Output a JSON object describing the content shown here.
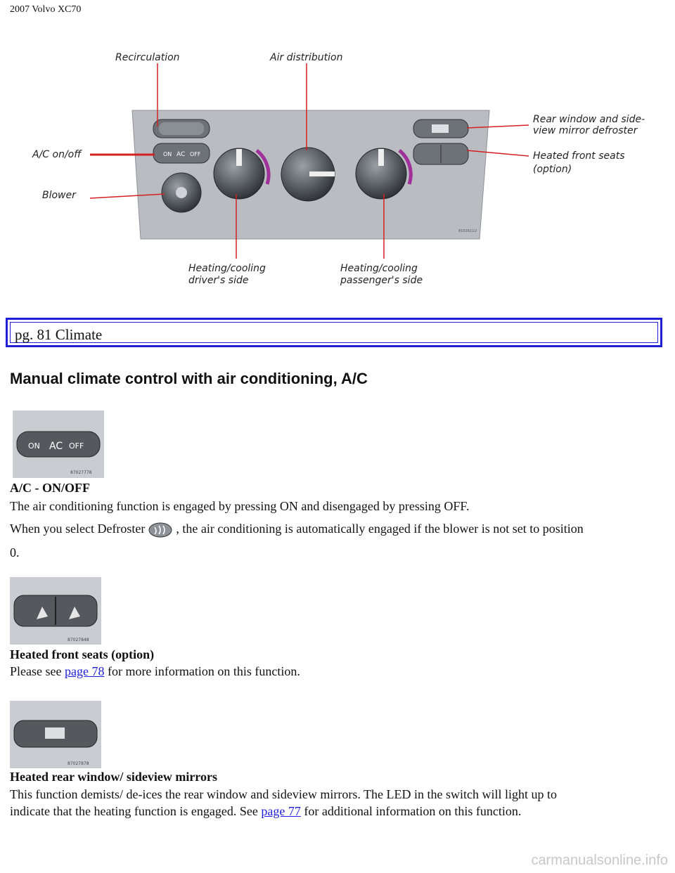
{
  "header": {
    "title": "2007 Volvo XC70"
  },
  "figure": {
    "callouts": {
      "recirculation": "Recirculation",
      "air_distribution": "Air distribution",
      "ac_on_off": "A/C on/off",
      "blower": "Blower",
      "rear_window_1": "Rear window and side-",
      "rear_window_2": "view mirror defroster",
      "heated_seats_1": "Heated front seats",
      "heated_seats_2": "(option)",
      "driver_1": "Heating/cooling",
      "driver_2": "driver's side",
      "passenger_1": "Heating/cooling",
      "passenger_2": "passenger's side"
    },
    "panel_labels": {
      "on": "ON",
      "ac": "AC",
      "off": "OFF"
    },
    "code": "8102611U"
  },
  "page_box": "pg. 81 Climate",
  "heading": "Manual climate control with air conditioning, A/C",
  "ac": {
    "thumb": {
      "on": "ON",
      "ac": "AC",
      "off": "OFF",
      "code": "87027778"
    },
    "label": "A/C - ON/OFF",
    "line1": "The air conditioning function is engaged by pressing ON and disengaged by pressing OFF.",
    "line2_pre": "When you select Defroster",
    "line2_post": ", the air conditioning is automatically engaged if the blower is not set to position",
    "line3": "0."
  },
  "seats": {
    "thumb_code": "87027848",
    "label": "Heated front seats (option)",
    "text_pre": "Please see",
    "link": "page 78",
    "text_post": "for more information on this function."
  },
  "rear": {
    "thumb_code": "87027878",
    "label": "Heated rear window/ sideview mirrors",
    "line1": "This function demists/ de-ices the rear window and sideview mirrors. The LED in the switch will light up to",
    "line2_pre": "indicate that the heating function is engaged. See",
    "link": "page 77",
    "line2_post": "for additional information on this function."
  },
  "watermark": "carmanualsonline.info",
  "colors": {
    "accent_red": "#d42020",
    "link_blue": "#1f1fd8",
    "panel_gray": "#b9bdc2"
  }
}
